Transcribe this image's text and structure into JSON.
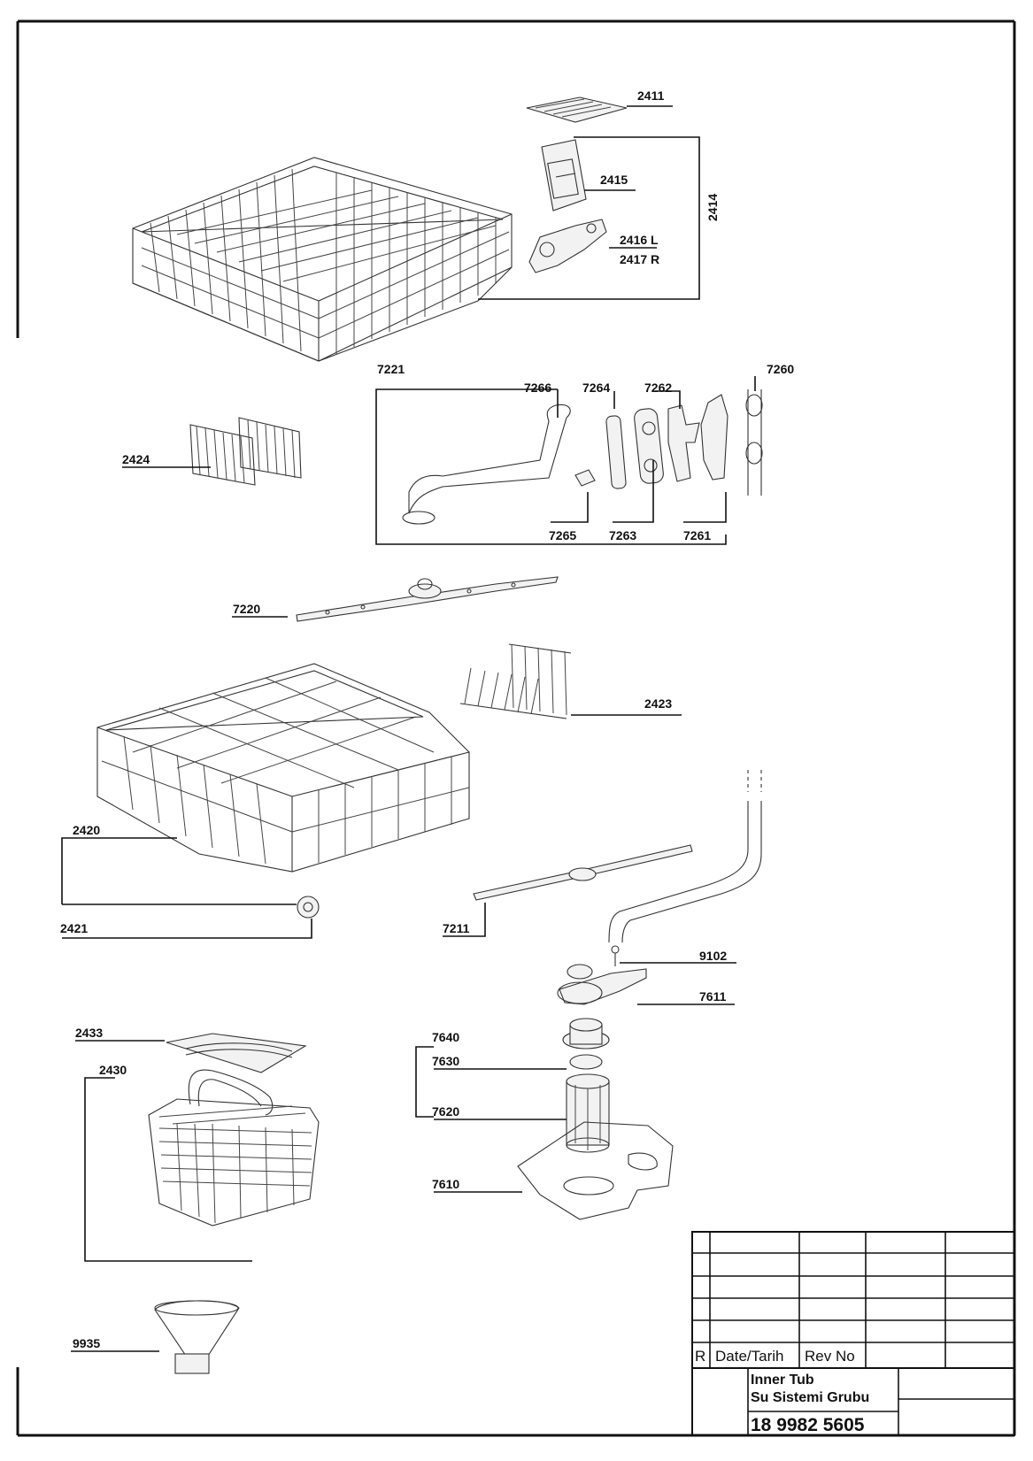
{
  "drawing": {
    "labels": {
      "2411": "2411",
      "2414": "2414",
      "2415": "2415",
      "2416": "2416 L",
      "2417": "2417 R",
      "7221": "7221",
      "7266": "7266",
      "7264": "7264",
      "7262": "7262",
      "7260": "7260",
      "2424": "2424",
      "7265": "7265",
      "7263": "7263",
      "7261": "7261",
      "7220": "7220",
      "2423": "2423",
      "2420": "2420",
      "2421": "2421",
      "7211": "7211",
      "9102": "9102",
      "7611": "7611",
      "2433": "2433",
      "7640": "7640",
      "7630": "7630",
      "2430": "2430",
      "7620": "7620",
      "7610": "7610",
      "9935": "9935"
    }
  },
  "title_block": {
    "rev_col_r": "R",
    "rev_col_date": "Date/Tarih",
    "rev_col_rev": "Rev No",
    "title_line1": "Inner Tub",
    "title_line2": "Su Sistemi Grubu",
    "part_number": "18 9982 5605"
  }
}
